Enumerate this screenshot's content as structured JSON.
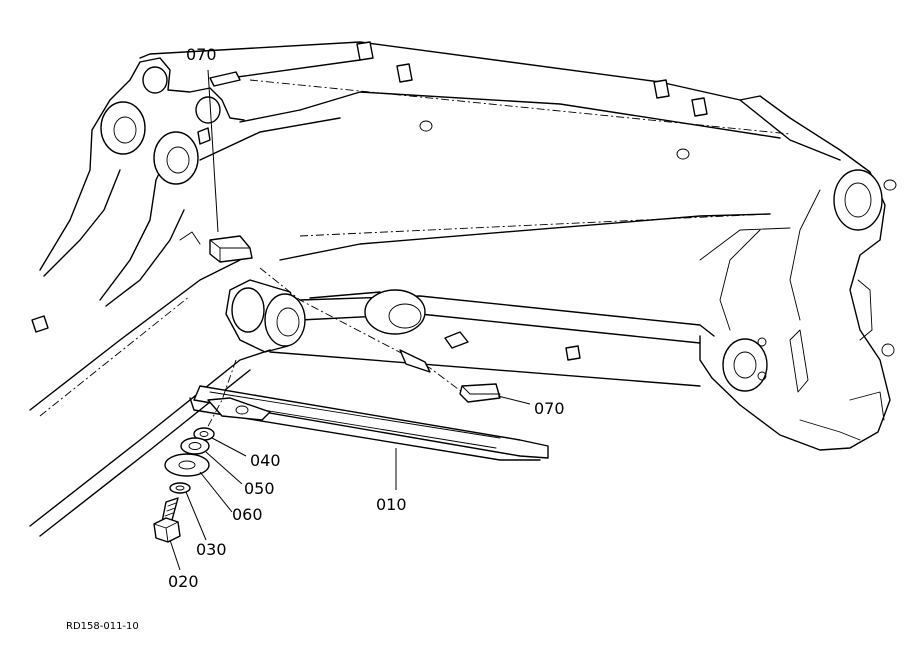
{
  "drawing": {
    "id_label": "RD158-011-10",
    "callouts": [
      {
        "key": "pad_top",
        "text": "070"
      },
      {
        "key": "pad_right",
        "text": "070"
      },
      {
        "key": "washer_040",
        "text": "040"
      },
      {
        "key": "washer_050",
        "text": "050"
      },
      {
        "key": "washer_060",
        "text": "060"
      },
      {
        "key": "washer_030",
        "text": "030"
      },
      {
        "key": "bolt_020",
        "text": "020"
      },
      {
        "key": "guard_010",
        "text": "010"
      }
    ]
  }
}
